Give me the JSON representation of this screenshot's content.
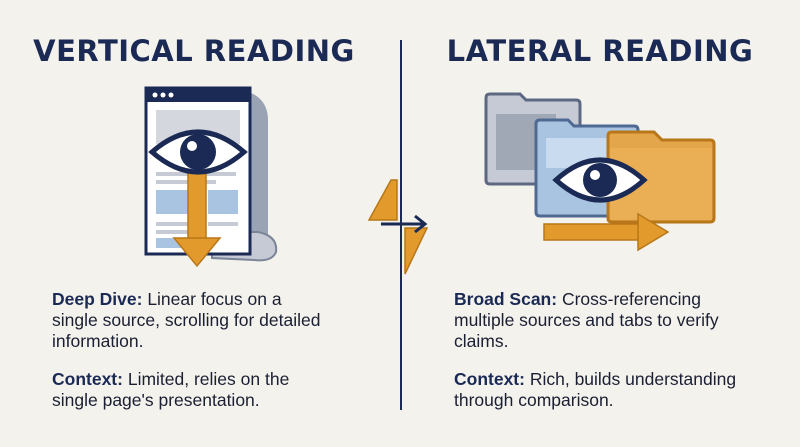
{
  "left": {
    "title": "VERTICAL READING",
    "p1_label": "Deep Dive:",
    "p1_text": " Linear focus on a single source, scrolling for detailed information.",
    "p2_label": "Context:",
    "p2_text": " Limited, relies on the single page's presentation."
  },
  "right": {
    "title": "LATERAL READING",
    "p1_label": "Broad Scan:",
    "p1_text": " Cross-referencing multiple sources and tabs to verify claims.",
    "p2_label": "Context:",
    "p2_text": " Rich, builds understanding through comparison."
  },
  "icons": {
    "left_illustration": "document-eye-down-arrow-icon",
    "right_illustration": "tabs-eye-right-arrow-icon",
    "center": "swap-arrows-icon"
  },
  "colors": {
    "navy": "#1a2a55",
    "orange": "#e39a2d",
    "blue": "#a8c4e0",
    "gray": "#9aa3b3",
    "background": "#f4f2ec"
  }
}
